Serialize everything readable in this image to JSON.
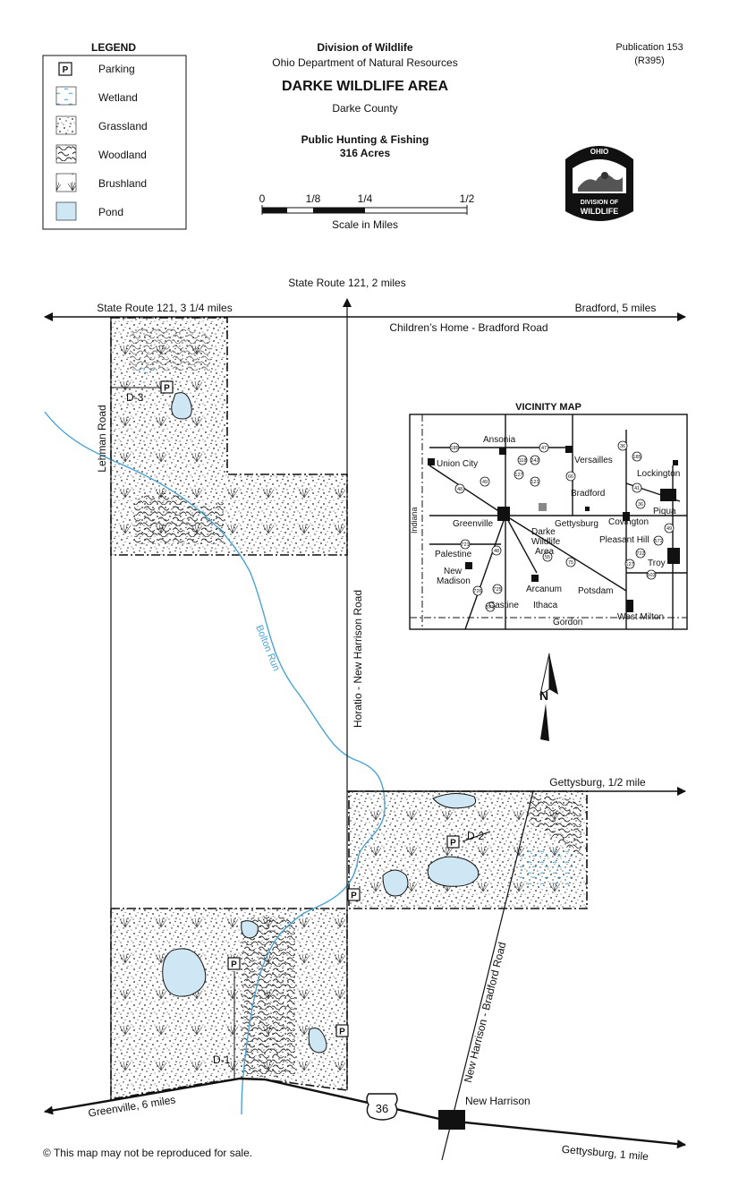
{
  "header": {
    "division": "Division of Wildlife",
    "department": "Ohio Department of Natural Resources",
    "title": "DARKE WILDLIFE AREA",
    "county": "Darke County",
    "usage": "Public Hunting & Fishing",
    "acres": "316 Acres",
    "publication": "Publication 153",
    "pub_code": "(R395)"
  },
  "legend": {
    "title": "LEGEND",
    "items": [
      {
        "symbol": "P",
        "label": "Parking"
      },
      {
        "label": "Wetland"
      },
      {
        "label": "Grassland"
      },
      {
        "label": "Woodland"
      },
      {
        "label": "Brushland"
      },
      {
        "label": "Pond"
      }
    ]
  },
  "scale": {
    "ticks": [
      "0",
      "1/8",
      "1/4",
      "1/2"
    ],
    "caption": "Scale in Miles"
  },
  "logo": {
    "top_text": "OHIO",
    "bottom_text1": "DIVISION OF",
    "bottom_text2": "WILDLIFE"
  },
  "roads": {
    "sr121_north": "State Route 121, 2 miles",
    "sr121_west": "State Route 121, 3 1/4 miles",
    "bradford": "Bradford, 5 miles",
    "childrens_home": "Children’s Home - Bradford Road",
    "lehman": "Lehman Road",
    "horatio": "Horatio - New Harrison Road",
    "gettysburg_half": "Gettysburg, 1/2 mile",
    "new_harrison_bradford": "New Harrison - Bradford Road",
    "greenville": "Greenville, 6 miles",
    "route36": "36",
    "new_harrison": "New Harrison",
    "gettysburg_one": "Gettysburg, 1 mile",
    "bolton_run": "Bolton Run"
  },
  "units": {
    "d1": "D-1",
    "d2": "D-2",
    "d3": "D-3",
    "parking": "P"
  },
  "vicinity": {
    "title": "VICINITY MAP",
    "places": [
      "Ansonia",
      "Union City",
      "Versailles",
      "Lockington",
      "Bradford",
      "Piqua",
      "Greenville",
      "Gettysburg",
      "Covington",
      "Darke",
      "Wildlife",
      "Area",
      "Pleasant Hill",
      "Palestine",
      "Troy",
      "New",
      "Madison",
      "Arcanum",
      "Potsdam",
      "Castine",
      "Ithaca",
      "Gordon",
      "West Milton",
      "Indiana"
    ],
    "shields": [
      "185",
      "47",
      "118",
      "242",
      "127",
      "121",
      "49",
      "48",
      "66",
      "36",
      "185",
      "41",
      "36",
      "49",
      "571",
      "721",
      "48",
      "55",
      "75",
      "722",
      "127",
      "503",
      "726",
      "725",
      "571"
    ]
  },
  "north": "N",
  "footer": "© This map may not be reproduced for sale.",
  "colors": {
    "pond": "#cfe6f5",
    "water_line": "#4aa3d4",
    "ink": "#111111"
  }
}
